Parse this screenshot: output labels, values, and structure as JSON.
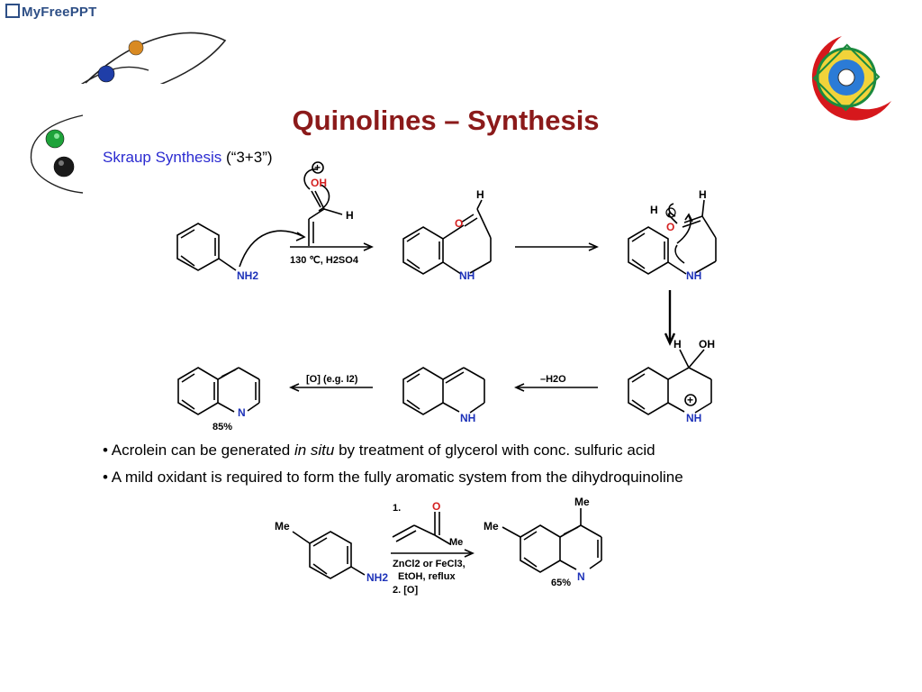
{
  "brand": {
    "name": "MyFreePPT"
  },
  "slide": {
    "title": "Quinolines – Synthesis",
    "subtitle_method": "Skraup Synthesis",
    "subtitle_tag": "(“3+3”)"
  },
  "scheme1": {
    "amine": "NH2",
    "aldehyde_h": "H",
    "oh_plus": "OH",
    "conditions": "130 ℃, H2SO4",
    "intermediate_nh": "NH",
    "intermediate_h": "H",
    "intermediate_o": "O",
    "cyclization_h1": "H",
    "cyclization_h2": "H",
    "carbinol_h": "H",
    "carbinol_oh": "OH",
    "carbinol_nh": "NH",
    "dehydration": "–H2O",
    "dihydro_nh": "NH",
    "oxidation": "[O] (e.g. I2)",
    "product_n": "N",
    "yield": "85%"
  },
  "bullets": [
    {
      "pre": "Acrolein can be generated ",
      "em": "in situ",
      "post": " by treatment of glycerol with conc. sulfuric acid"
    },
    {
      "pre": "A mild oxidant is required to form the fully aromatic system from the dihydroquinoline",
      "em": "",
      "post": ""
    }
  ],
  "scheme2": {
    "me_start": "Me",
    "nh2": "NH2",
    "step1": "1.",
    "enone_o": "O",
    "enone_me": "Me",
    "cond_a": "ZnCl2 or FeCl3,",
    "cond_b": "EtOH, reflux",
    "step2": "2. [O]",
    "me_6": "Me",
    "me_4": "Me",
    "product_n": "N",
    "yield": "65%"
  },
  "colors": {
    "title": "#8b1a1a",
    "method": "#2a2ad0",
    "nitrogen": "#1d32b9",
    "oxygen": "#d42020"
  }
}
